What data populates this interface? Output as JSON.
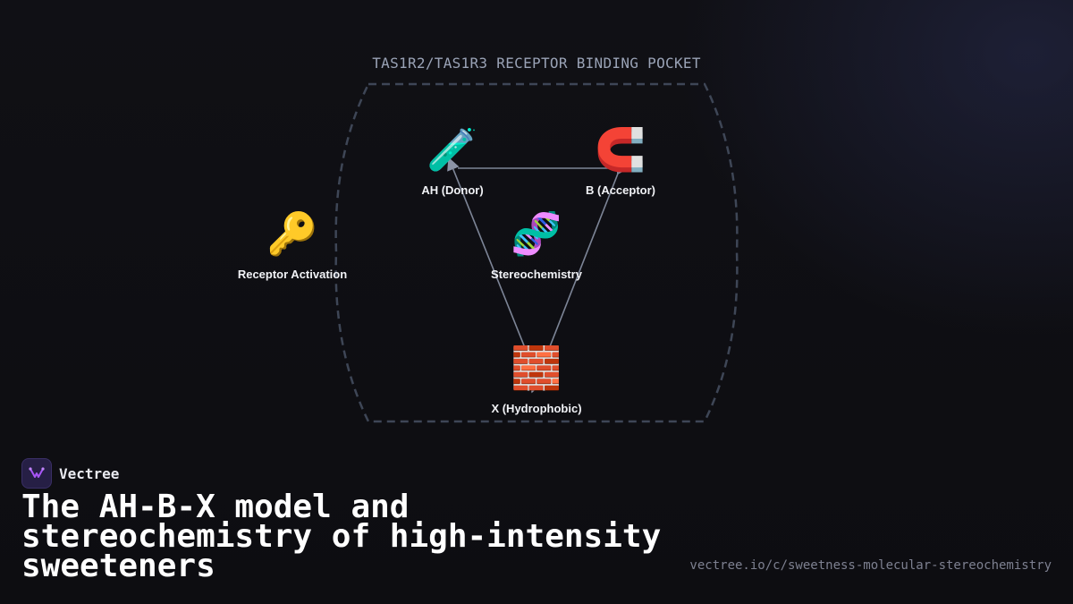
{
  "diagram": {
    "pocket_title": "TAS1R2/TAS1R3 RECEPTOR BINDING POCKET",
    "nodes": {
      "ah_donor": {
        "icon": "test-tube-icon",
        "glyph": "🧪",
        "label": "AH (Donor)"
      },
      "b_acceptor": {
        "icon": "magnet-icon",
        "glyph": "🧲",
        "label": "B (Acceptor)"
      },
      "stereochemistry": {
        "icon": "dna-icon",
        "glyph": "🧬",
        "label": "Stereochemistry"
      },
      "x_hydrophobic": {
        "icon": "brick-icon",
        "glyph": "🧱",
        "label": "X (Hydrophobic)"
      },
      "receptor_activation": {
        "icon": "key-icon",
        "glyph": "🔑",
        "label": "Receptor Activation"
      }
    },
    "edges": [
      {
        "from": "ah_donor",
        "to": "b_acceptor"
      },
      {
        "from": "b_acceptor",
        "to": "x_hydrophobic"
      },
      {
        "from": "x_hydrophobic",
        "to": "ah_donor"
      }
    ],
    "colors": {
      "edge": "#7d8597",
      "pocket_border": "#3e4656"
    }
  },
  "footer": {
    "brand_icon": "vectree-logo-icon",
    "brand_name": "Vectree",
    "headline": "The AH-B-X model and stereochemistry of high-intensity sweeteners",
    "source_url": "vectree.io/c/sweetness-molecular-stereochemistry"
  },
  "colors": {
    "background": "#0e0e12",
    "accent": "#a855f7"
  }
}
